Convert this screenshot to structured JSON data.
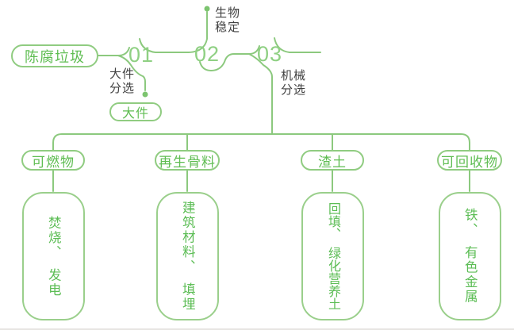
{
  "colors": {
    "line_green": "#8CC97E",
    "pill_border_green": "#90CC81",
    "green_text": "#5FBD52",
    "number_green": "#8FD083",
    "dark_text": "#3F3F3F",
    "dot_green": "#7CC46F"
  },
  "source_label": "陈腐垃圾",
  "flow": {
    "steps": [
      {
        "number": "01",
        "side_label": "大件\n分选",
        "branch_output": "大件"
      },
      {
        "number": "02",
        "side_label": "生物\n稳定"
      },
      {
        "number": "03",
        "side_label": "机械\n分选"
      }
    ]
  },
  "outputs": [
    {
      "category": "可燃物",
      "result": "焚烧、　发电"
    },
    {
      "category": "再生骨料",
      "result": "建筑材料、　填埋"
    },
    {
      "category": "渣土",
      "result": "回填、　绿化营养土"
    },
    {
      "category": "可回收物",
      "result": "铁、　有色金属"
    }
  ]
}
